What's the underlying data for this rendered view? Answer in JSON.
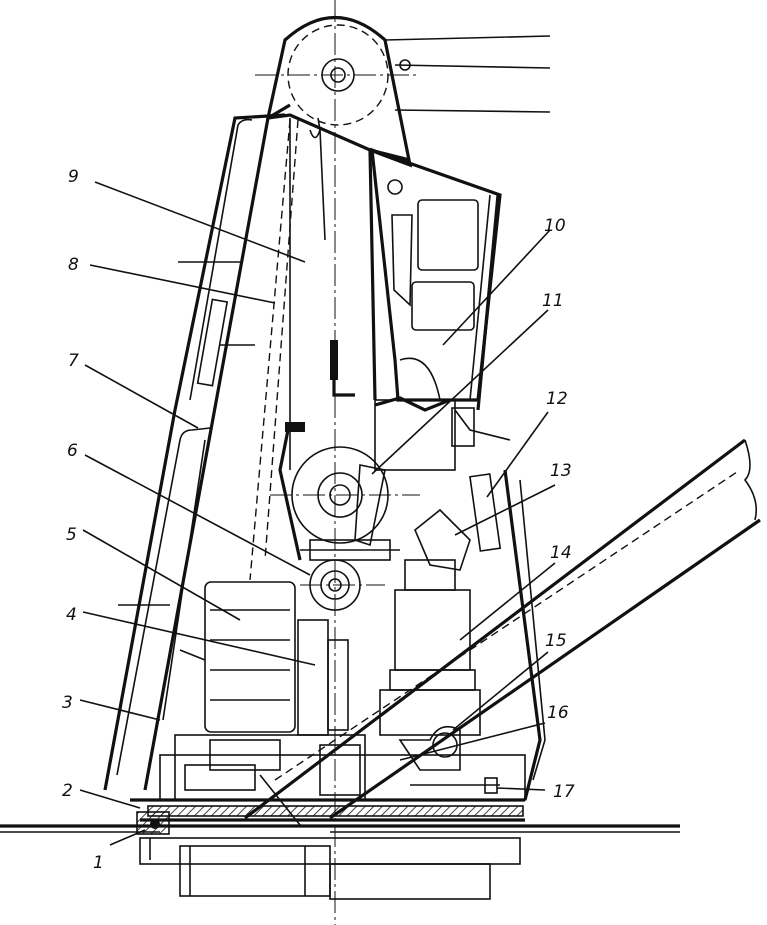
{
  "labels": {
    "l1": "1",
    "l2": "2",
    "l3": "3",
    "l4": "4",
    "l5": "5",
    "l6": "6",
    "l7": "7",
    "l8": "8",
    "l9": "9",
    "l10": "10",
    "l11": "11",
    "l12": "12",
    "l13": "13",
    "l14": "14",
    "l15": "15",
    "l16": "16",
    "l17": "17"
  }
}
